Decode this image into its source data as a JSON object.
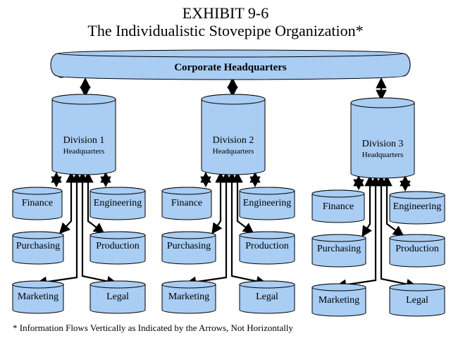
{
  "exhibit": {
    "title": "EXHIBIT 9-6",
    "subtitle": "The Individualistic Stovepipe Organization*",
    "footnote": "*  Information Flows Vertically as Indicated by the Arrows, Not Horizontally"
  },
  "headquarters": {
    "label": "Corporate Headquarters"
  },
  "divisions": [
    {
      "name": "Division 1",
      "sub": "Headquarters",
      "units": [
        "Finance",
        "Engineering",
        "Purchasing",
        "Production",
        "Marketing",
        "Legal"
      ]
    },
    {
      "name": "Division 2",
      "sub": "Headquarters",
      "units": [
        "Finance",
        "Engineering",
        "Purchasing",
        "Production",
        "Marketing",
        "Legal"
      ]
    },
    {
      "name": "Division 3",
      "sub": "Headquarters",
      "units": [
        "Finance",
        "Engineering",
        "Purchasing",
        "Production",
        "Marketing",
        "Legal"
      ]
    }
  ],
  "colors": {
    "fill": "#a9cdf3",
    "stroke": "#000000"
  }
}
